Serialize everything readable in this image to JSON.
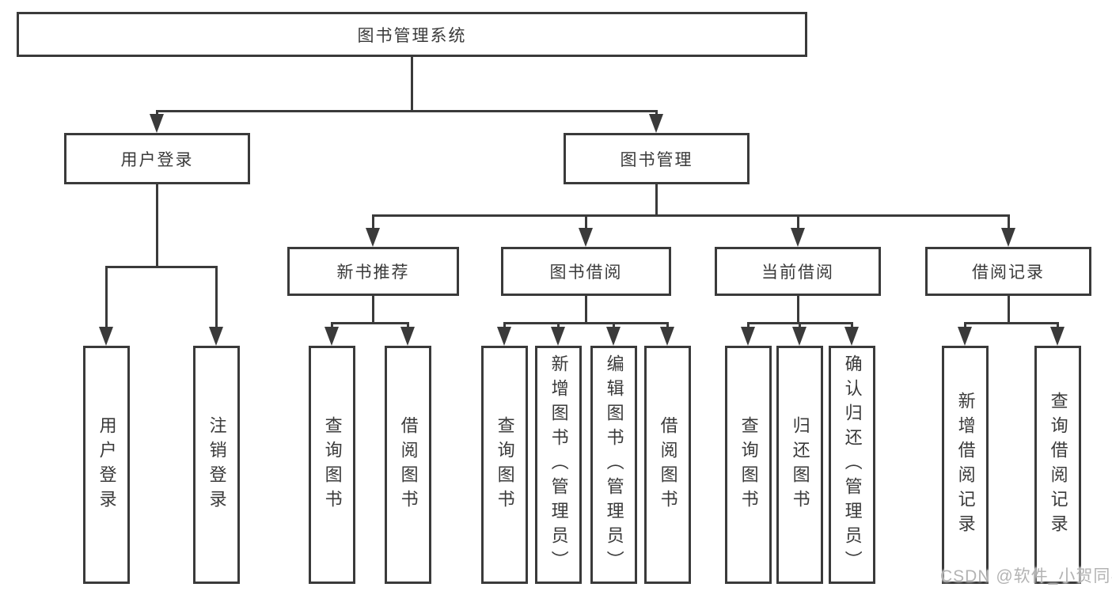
{
  "colors": {
    "line": "#3a3a3a",
    "text": "#3a3a3a",
    "background": "#ffffff",
    "watermark_color": "#b3b3b3"
  },
  "watermark": {
    "text": "CSDN @软件_小贺同学"
  },
  "tree": {
    "root": {
      "label": "图书管理系统"
    },
    "branches": [
      {
        "label": "用户登录",
        "children": [
          {
            "label": "用户登录"
          },
          {
            "label": "注销登录"
          }
        ]
      },
      {
        "label": "图书管理",
        "children": [
          {
            "label": "新书推荐",
            "children": [
              {
                "label": "查询图书"
              },
              {
                "label": "借阅图书"
              }
            ]
          },
          {
            "label": "图书借阅",
            "children": [
              {
                "label": "查询图书"
              },
              {
                "label": "新增图书（管理员）"
              },
              {
                "label": "编辑图书（管理员）"
              },
              {
                "label": "借阅图书"
              }
            ]
          },
          {
            "label": "当前借阅",
            "children": [
              {
                "label": "查询图书"
              },
              {
                "label": "归还图书"
              },
              {
                "label": "确认归还（管理员）"
              }
            ]
          },
          {
            "label": "借阅记录",
            "children": [
              {
                "label": "新增借阅记录"
              },
              {
                "label": "查询借阅记录"
              }
            ]
          }
        ]
      }
    ]
  }
}
